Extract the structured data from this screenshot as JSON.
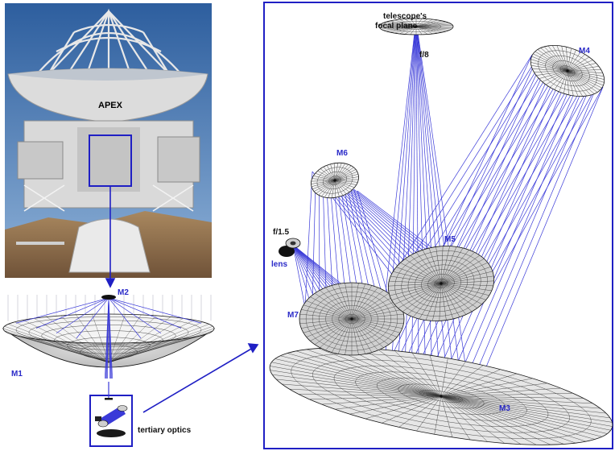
{
  "labels": {
    "apex": "APEX",
    "focal_plane_line1": "telescope's",
    "focal_plane_line2": "focal plane",
    "f8": "f/8",
    "m1": "M1",
    "m2": "M2",
    "m3": "M3",
    "m4": "M4",
    "m5": "M5",
    "m6": "M6",
    "m7": "M7",
    "f15": "f/1.5",
    "lens": "lens",
    "tertiary_optics": "tertiary optics"
  },
  "colors": {
    "ray": "#3a3ad8",
    "frame": "#1f1fc4",
    "grid": "#222222",
    "photo_sky": "#3f6fb0",
    "photo_ground": "#8a6a4a"
  }
}
